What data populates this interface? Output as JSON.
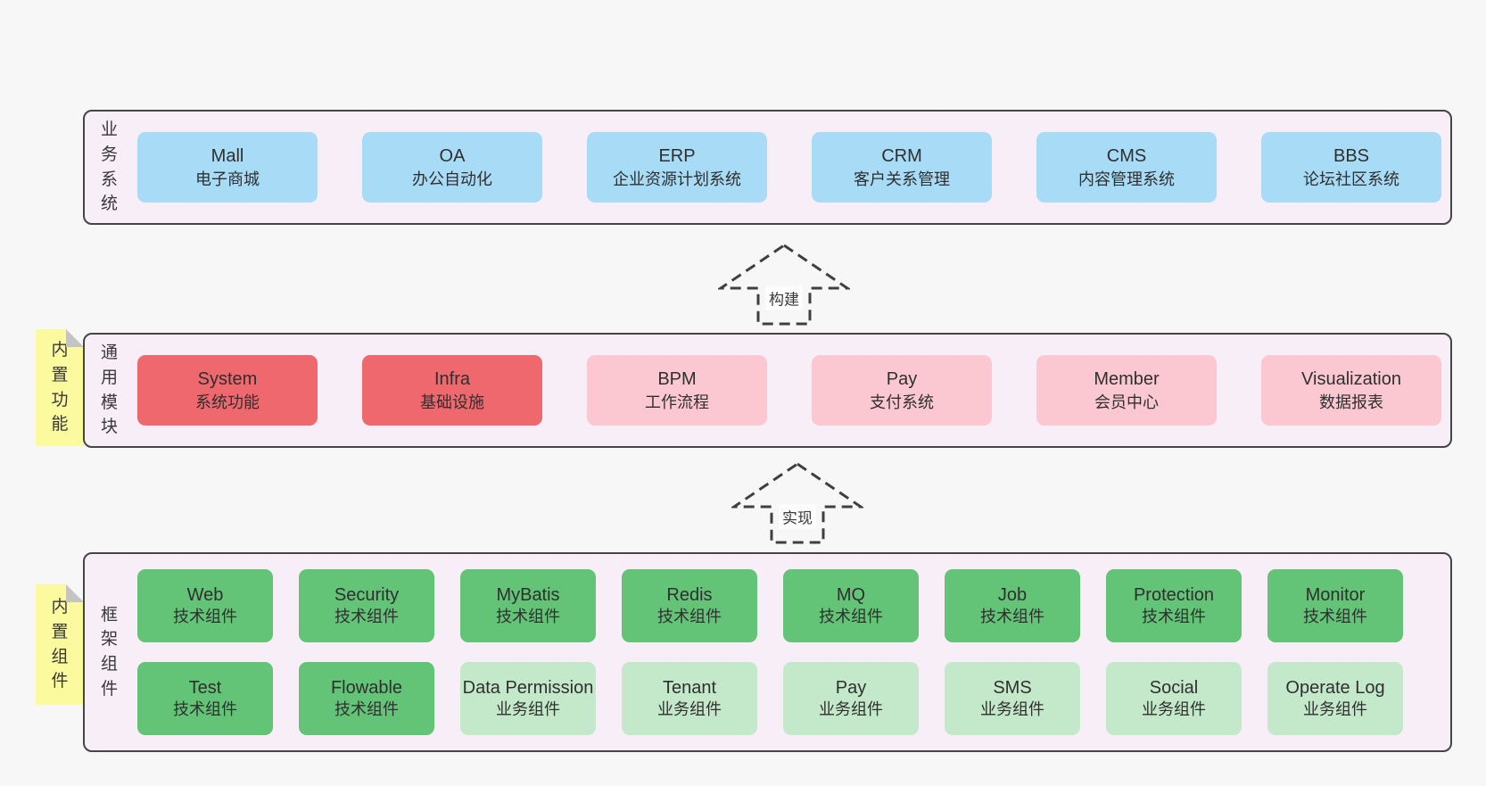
{
  "page": {
    "background": "#f7f7f7"
  },
  "colors": {
    "band_background": "#f8eef7",
    "band_border": "#454545",
    "business_box": "#a8dbf6",
    "core_module_box": "#ee686d",
    "module_box": "#fbc8d1",
    "tech_component_box": "#63c477",
    "biz_component_box": "#c4e9ca",
    "sticky_tag": "#fcfa9e",
    "sticky_fold": "#c4c4c4",
    "arrow_stroke": "#3f3f3f"
  },
  "arrows": [
    {
      "label": "构建"
    },
    {
      "label": "实现"
    }
  ],
  "layers": {
    "business": {
      "label": "业务系统",
      "boxes": [
        {
          "title": "Mall",
          "subtitle": "电子商城"
        },
        {
          "title": "OA",
          "subtitle": "办公自动化"
        },
        {
          "title": "ERP",
          "subtitle": "企业资源计划系统"
        },
        {
          "title": "CRM",
          "subtitle": "客户关系管理"
        },
        {
          "title": "CMS",
          "subtitle": "内容管理系统"
        },
        {
          "title": "BBS",
          "subtitle": "论坛社区系统"
        }
      ]
    },
    "modules": {
      "label": "通用模块",
      "tag": "内置功能",
      "boxes": [
        {
          "title": "System",
          "subtitle": "系统功能",
          "variant": "core"
        },
        {
          "title": "Infra",
          "subtitle": "基础设施",
          "variant": "core"
        },
        {
          "title": "BPM",
          "subtitle": "工作流程",
          "variant": "normal"
        },
        {
          "title": "Pay",
          "subtitle": "支付系统",
          "variant": "normal"
        },
        {
          "title": "Member",
          "subtitle": "会员中心",
          "variant": "normal"
        },
        {
          "title": "Visualization",
          "subtitle": "数据报表",
          "variant": "normal"
        }
      ]
    },
    "components": {
      "label": "框架组件",
      "tag": "内置组件",
      "rows": [
        [
          {
            "title": "Web",
            "subtitle": "技术组件",
            "variant": "tech"
          },
          {
            "title": "Security",
            "subtitle": "技术组件",
            "variant": "tech"
          },
          {
            "title": "MyBatis",
            "subtitle": "技术组件",
            "variant": "tech"
          },
          {
            "title": "Redis",
            "subtitle": "技术组件",
            "variant": "tech"
          },
          {
            "title": "MQ",
            "subtitle": "技术组件",
            "variant": "tech"
          },
          {
            "title": "Job",
            "subtitle": "技术组件",
            "variant": "tech"
          },
          {
            "title": "Protection",
            "subtitle": "技术组件",
            "variant": "tech"
          },
          {
            "title": "Monitor",
            "subtitle": "技术组件",
            "variant": "tech"
          }
        ],
        [
          {
            "title": "Test",
            "subtitle": "技术组件",
            "variant": "tech"
          },
          {
            "title": "Flowable",
            "subtitle": "技术组件",
            "variant": "tech"
          },
          {
            "title": "Data Permission",
            "subtitle": "业务组件",
            "variant": "biz"
          },
          {
            "title": "Tenant",
            "subtitle": "业务组件",
            "variant": "biz"
          },
          {
            "title": "Pay",
            "subtitle": "业务组件",
            "variant": "biz"
          },
          {
            "title": "SMS",
            "subtitle": "业务组件",
            "variant": "biz"
          },
          {
            "title": "Social",
            "subtitle": "业务组件",
            "variant": "biz"
          },
          {
            "title": "Operate Log",
            "subtitle": "业务组件",
            "variant": "biz"
          }
        ]
      ]
    }
  }
}
